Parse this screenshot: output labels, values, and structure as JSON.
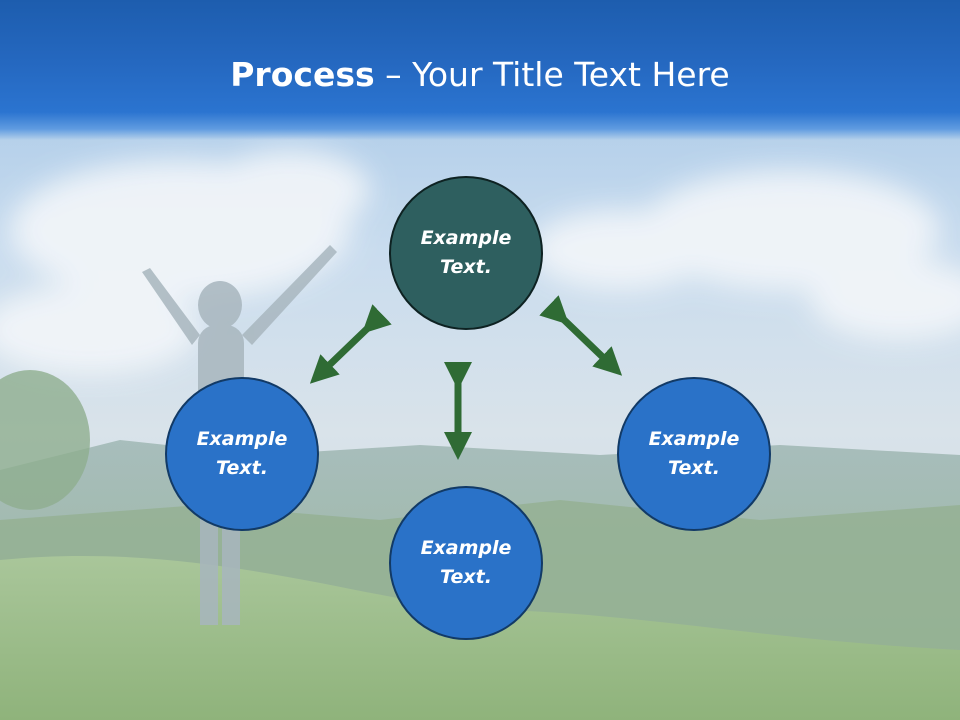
{
  "slide": {
    "title_bold": "Process",
    "title_rest": " – Your Title Text Here"
  },
  "nodes": {
    "top": "Example Text.",
    "left": "Example Text.",
    "right": "Example Text.",
    "bottom": "Example Text."
  },
  "colors": {
    "header_blue": "#2568c0",
    "circle_blue": "#2a72c8",
    "circle_teal": "#2e5f5f",
    "arrow_green": "#2f6b34"
  }
}
